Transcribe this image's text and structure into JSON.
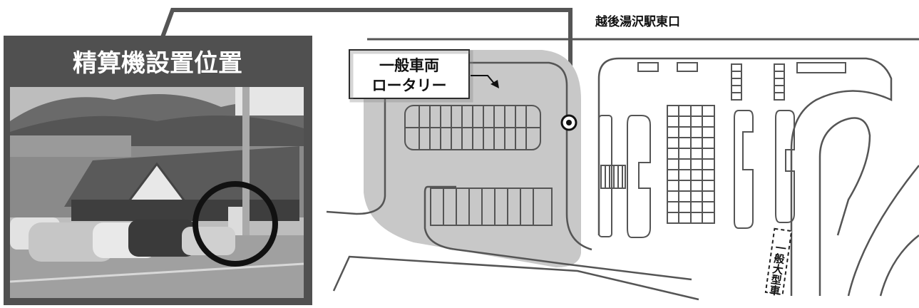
{
  "panel": {
    "title": "精算機設置位置"
  },
  "map": {
    "station_label": "越後湯沢駅東口",
    "rotary_label_line1": "一般車両",
    "rotary_label_line2": "ロータリー",
    "bus_lane_label": "一般大型車"
  },
  "colors": {
    "panel_bg": "#505050",
    "rotary_area": "#c8c8c8",
    "line": "#555555",
    "text": "#111111"
  }
}
